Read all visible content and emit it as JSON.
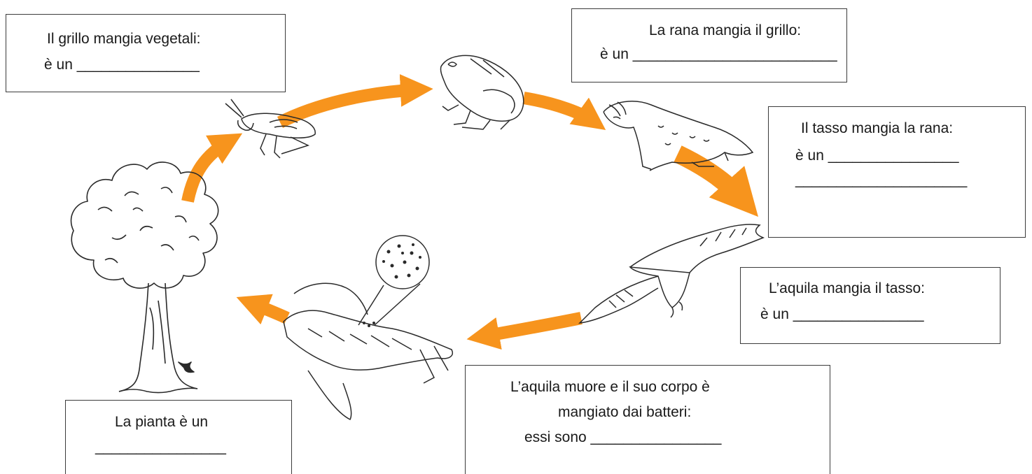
{
  "colors": {
    "arrow": "#f7941d",
    "line": "#2a2a2a",
    "box_border": "#3b3b3b"
  },
  "images": [
    {
      "name": "tree-illustration"
    },
    {
      "name": "grasshopper-illustration"
    },
    {
      "name": "frog-illustration"
    },
    {
      "name": "badger-illustration"
    },
    {
      "name": "eagle-illustration"
    },
    {
      "name": "dead-eagle-with-bacteria-illustration"
    }
  ],
  "boxes": {
    "grillo": {
      "line1": "Il grillo mangia vegetali:",
      "line2": "è un _______________"
    },
    "rana": {
      "line1": "La rana mangia il grillo:",
      "line2": "è un _________________________"
    },
    "tasso": {
      "line1": "Il tasso mangia la rana:",
      "line2": "è un ________________",
      "line3": "_____________________"
    },
    "aquila": {
      "line1": "L’aquila mangia il tasso:",
      "line2": "è un ________________"
    },
    "batteri": {
      "line1": "L’aquila muore e il suo corpo è",
      "line2": "mangiato dai batteri:",
      "line3": "essi sono ________________"
    },
    "pianta": {
      "line1": "La pianta è un",
      "line2": "________________"
    }
  }
}
